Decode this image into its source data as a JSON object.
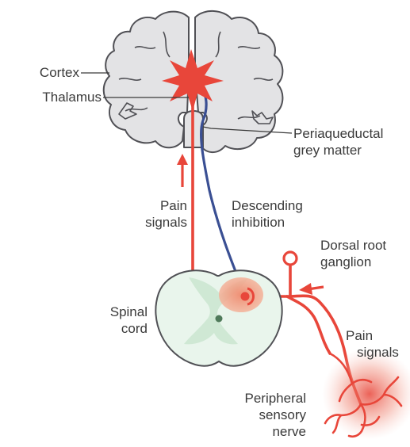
{
  "labels": {
    "cortex": "Cortex",
    "thalamus": "Thalamus",
    "pag": [
      "Periaqueductal",
      "grey matter"
    ],
    "pain_signals_upper": [
      "Pain",
      "signals"
    ],
    "descending_inhibition": [
      "Descending",
      "inhibition"
    ],
    "dorsal_root_ganglion": [
      "Dorsal root",
      "ganglion"
    ],
    "spinal_cord": [
      "Spinal",
      "cord"
    ],
    "pain_signals_lower": [
      "Pain",
      "signals"
    ],
    "peripheral_sensory_nerve": [
      "Peripheral",
      "sensory",
      "nerve"
    ]
  },
  "colors": {
    "pain_pathway": "#e8463a",
    "descending_pathway": "#3a4f93",
    "brain_fill": "#e3e3e5",
    "brain_outline": "#505055",
    "spinal_cord_fill": "#e9f5ec",
    "grey_matter_fill": "#cfe8d4",
    "dorsal_horn_glow": "#f19d7e"
  }
}
